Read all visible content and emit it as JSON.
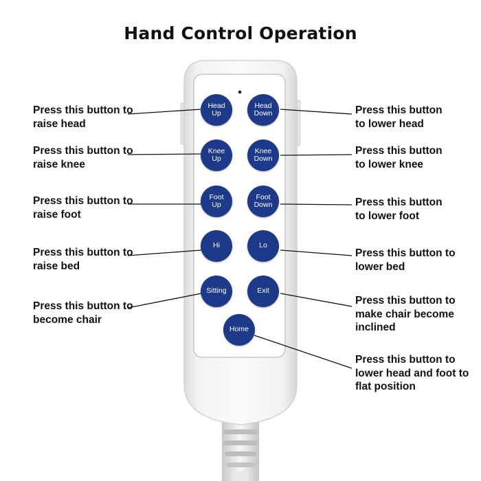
{
  "title": "Hand Control Operation",
  "colors": {
    "button": "#1d3a8a",
    "button_text": "#ffffff",
    "remote_body": "#f4f4f4",
    "remote_panel": "#ffffff",
    "leader_line": "#111111"
  },
  "buttons": {
    "head_up": "Head\nUp",
    "head_down": "Head\nDown",
    "knee_up": "Knee\nUp",
    "knee_down": "Knee\nDown",
    "foot_up": "Foot\nUp",
    "foot_down": "Foot\nDown",
    "hi": "Hi",
    "lo": "Lo",
    "sitting": "Sitting",
    "exit": "Exit",
    "home": "Home"
  },
  "labels": {
    "raise_head": "Press this button to\nraise head",
    "lower_head": "Press this button\nto lower head",
    "raise_knee": "Press this button to\nraise knee",
    "lower_knee": "Press this button\nto lower knee",
    "raise_foot": "Press this button to\nraise foot",
    "lower_foot": "Press this button\nto lower foot",
    "raise_bed": "Press this button to\nraise bed",
    "lower_bed": "Press this button to\nlower bed",
    "become_chair": "Press this button to\nbecome chair",
    "inclined": "Press this button to\nmake chair become\ninclined",
    "flat": "Press this button to\nlower head and foot to\nflat position"
  }
}
